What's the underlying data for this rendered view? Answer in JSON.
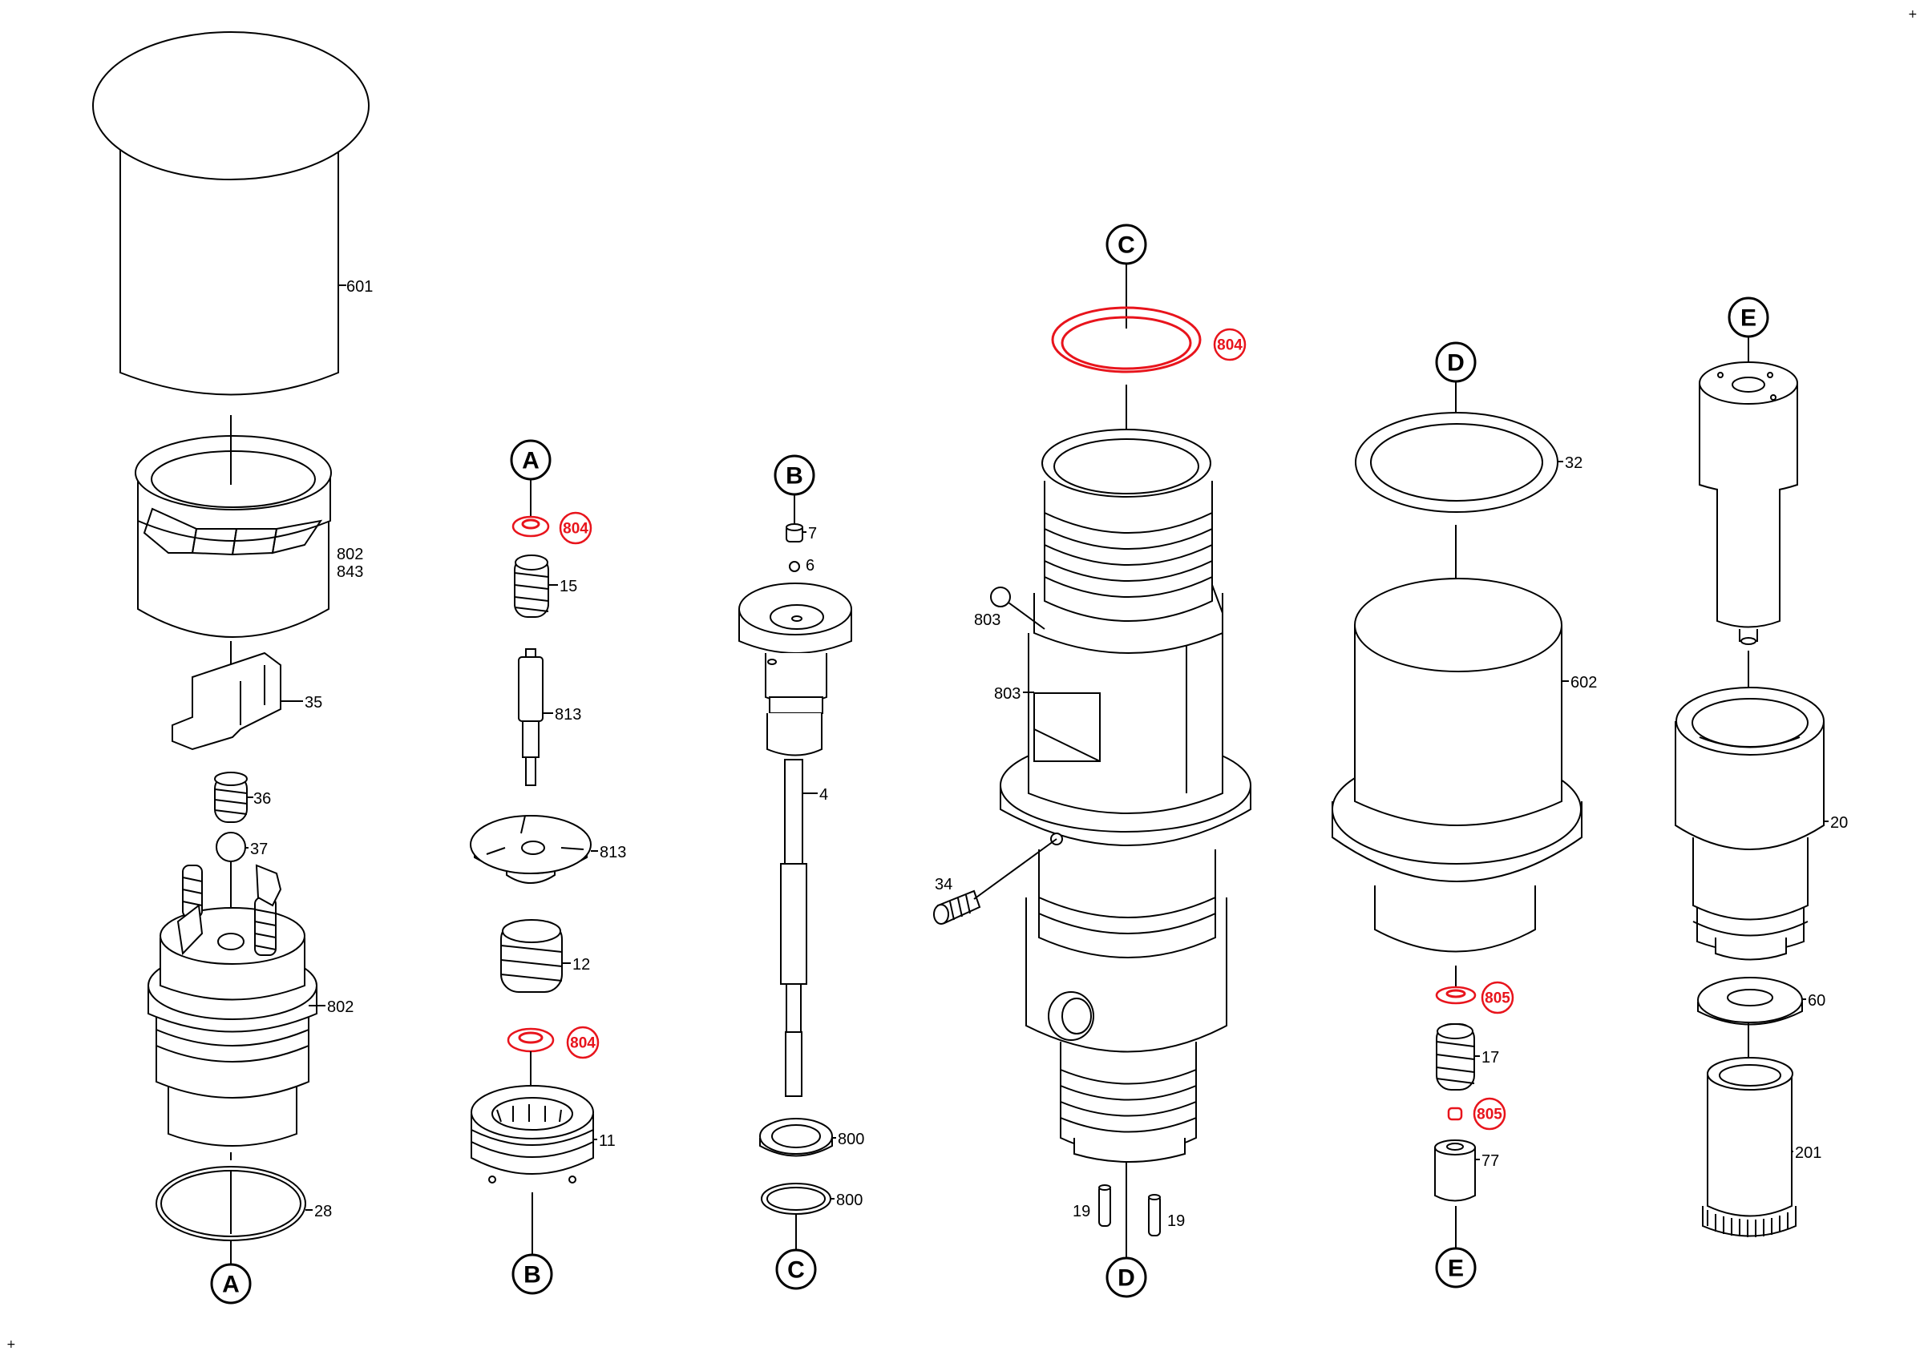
{
  "markers": {
    "A": "A",
    "B": "B",
    "C": "C",
    "D": "D",
    "E": "E"
  },
  "parts": {
    "p601": "601",
    "p802_843_a": "802",
    "p802_843_b": "843",
    "p35": "35",
    "p36": "36",
    "p37": "37",
    "p802": "802",
    "p28": "28",
    "p804_a": "804",
    "p15": "15",
    "p813_a": "813",
    "p813_b": "813",
    "p12": "12",
    "p804_b": "804",
    "p11": "11",
    "p7": "7",
    "p6": "6",
    "p4": "4",
    "p800_a": "800",
    "p800_b": "800",
    "p804_c": "804",
    "p803_a": "803",
    "p803_b": "803",
    "p34": "34",
    "p19_a": "19",
    "p19_b": "19",
    "p32": "32",
    "p602": "602",
    "p805_a": "805",
    "p17": "17",
    "p805_b": "805",
    "p77": "77",
    "p20": "20",
    "p60": "60",
    "p201": "201"
  },
  "corner_marks": {
    "top_right": "+",
    "bottom_left": "+"
  },
  "colors": {
    "line": "#000000",
    "highlight": "#e8141c",
    "background": "#ffffff"
  }
}
